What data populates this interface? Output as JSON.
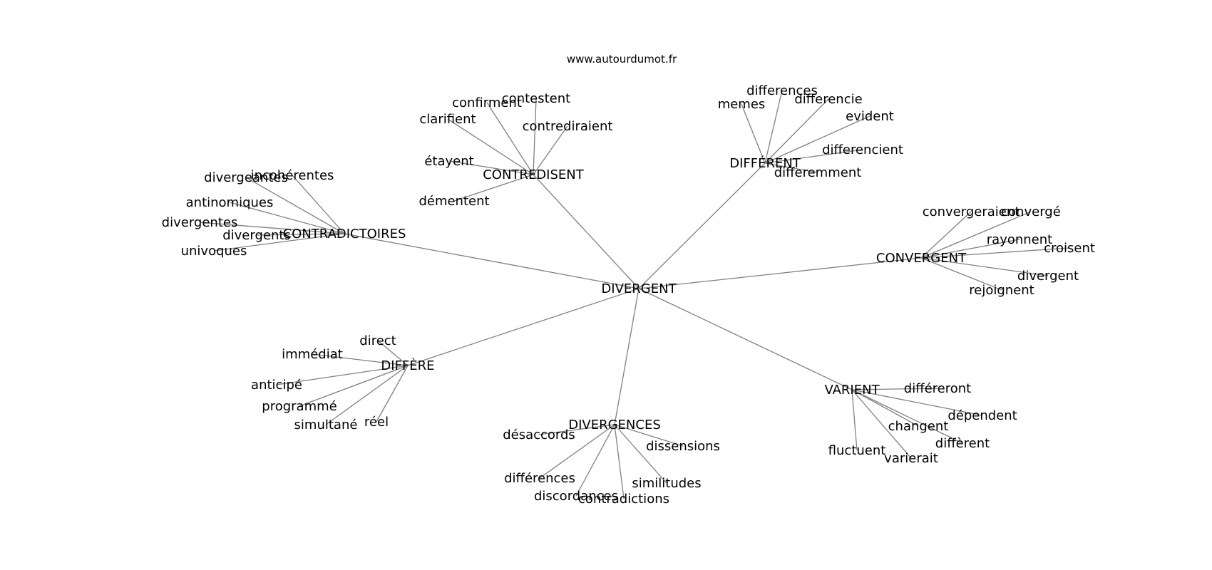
{
  "source": "www.autourdumot.fr",
  "center": "DIVERGENT",
  "clusters": [
    {
      "label": "CONTREDISENT",
      "words": [
        "confirment",
        "contestent",
        "clarifient",
        "contrediraient",
        "étayent",
        "démentent"
      ]
    },
    {
      "label": "DIFFÉRENT",
      "words": [
        "differences",
        "memes",
        "differencie",
        "evident",
        "differencient",
        "differemment"
      ]
    },
    {
      "label": "CONTRADICTOIRES",
      "words": [
        "divergeantes",
        "incohérentes",
        "antinomiques",
        "divergentes",
        "divergents",
        "univoques"
      ]
    },
    {
      "label": "CONVERGENT",
      "words": [
        "convergeraient",
        "convergé",
        "rayonnent",
        "croisent",
        "divergent",
        "rejoignent"
      ]
    },
    {
      "label": "DIFFÈRE",
      "words": [
        "direct",
        "immédiat",
        "anticipé",
        "programmé",
        "simultané",
        "réel"
      ]
    },
    {
      "label": "DIVERGENCES",
      "words": [
        "désaccords",
        "dissensions",
        "différences",
        "similitudes",
        "discordances",
        "contradictions"
      ]
    },
    {
      "label": "VARIENT",
      "words": [
        "différeront",
        "dépendent",
        "changent",
        "diffèrent",
        "fluctuent",
        "varierait"
      ]
    }
  ]
}
